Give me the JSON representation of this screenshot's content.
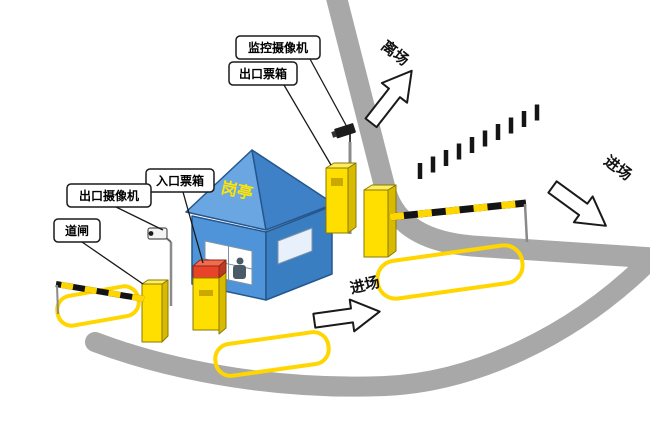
{
  "diagram": {
    "labels": {
      "surveillance_camera": "监控摄像机",
      "exit_ticket_box": "出口票箱",
      "entrance_ticket_box": "入口票箱",
      "exit_camera": "出口摄像机",
      "barrier_gate": "道闸",
      "guard_booth": "岗亭"
    },
    "flow_arrows": {
      "leave": "离场",
      "enter_right": "进场",
      "enter_bottom": "进场"
    },
    "colors": {
      "road_gray": "#a8a8a8",
      "lane_marking_yellow": "#ffd600",
      "equipment_yellow": "#ffdf00",
      "equipment_yellow_shade": "#d8ba00",
      "booth_blue_front": "#4f94d8",
      "booth_blue_side": "#3a7ec2",
      "roof_blue_light": "#6aa6e2",
      "roof_blue_dark": "#3f81c6",
      "booth_name_yellow": "#ffe500",
      "entrance_box_red": "#e8442a",
      "barrier_stripe_black": "#141414",
      "arrow_outline": "#1a1a1a"
    }
  }
}
